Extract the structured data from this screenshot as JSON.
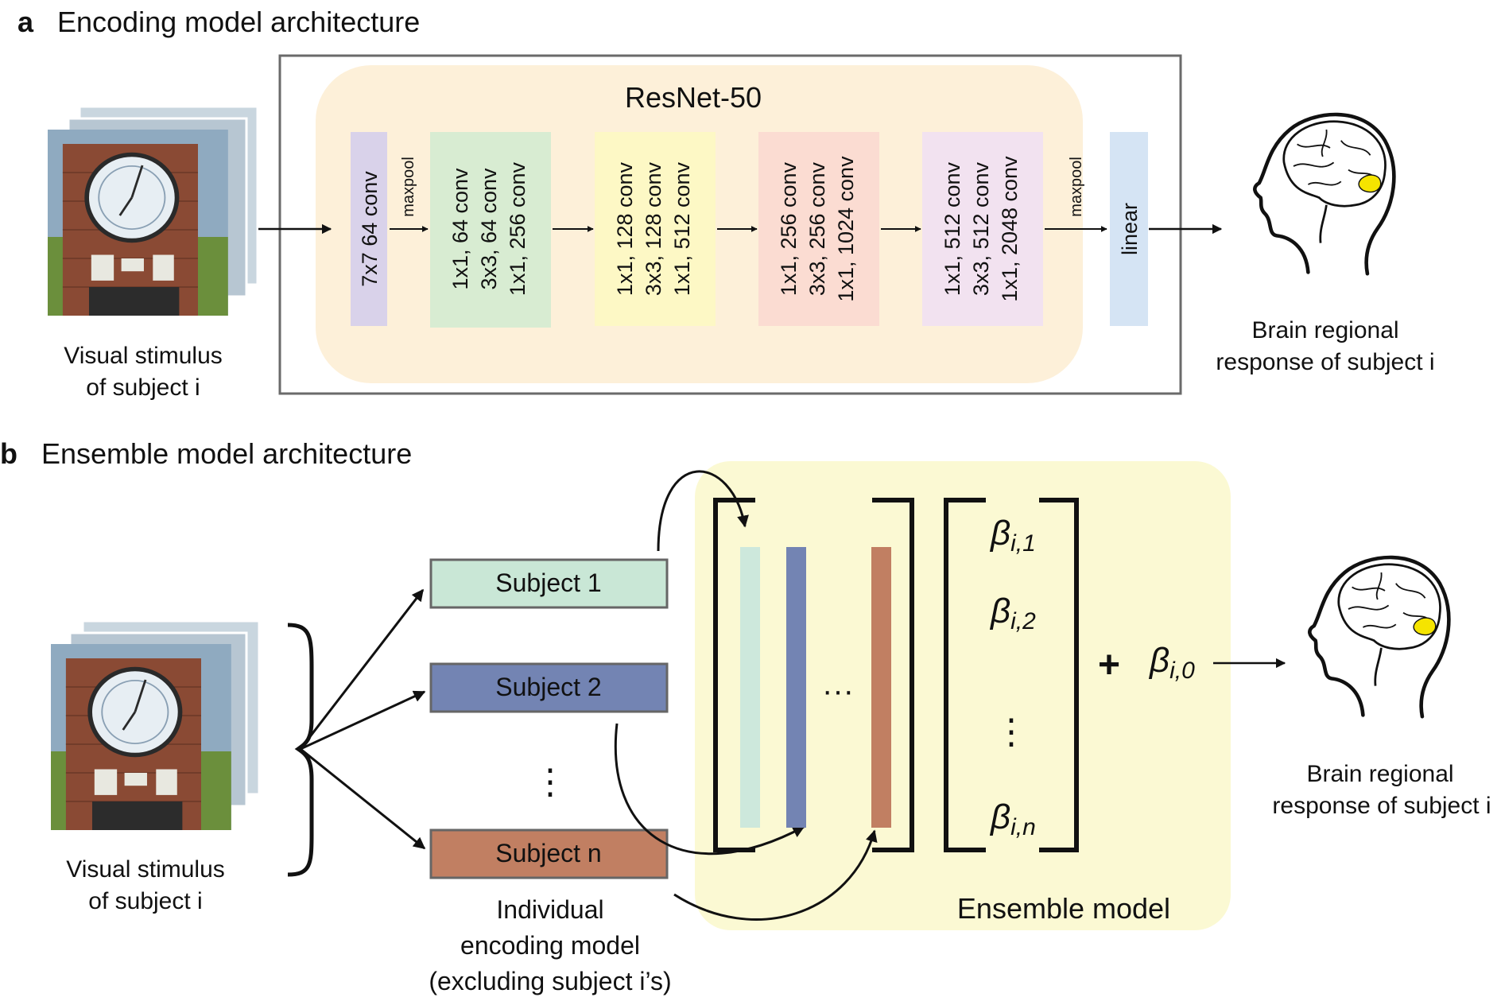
{
  "panel_a": {
    "letter": "a",
    "title": "Encoding model architecture",
    "network_title": "ResNet-50",
    "stimulus_caption": [
      "Visual stimulus",
      "of subject i"
    ],
    "conv1": {
      "label": "7x7 64 conv",
      "color": "#d9d2ea"
    },
    "pool1_label": "maxpool",
    "blocks": [
      {
        "lines": [
          "1x1, 64 conv",
          "3x3, 64 conv",
          "1x1, 256 conv"
        ],
        "color": "#d8ecd2"
      },
      {
        "lines": [
          "1x1, 128 conv",
          "3x3, 128 conv",
          "1x1, 512 conv"
        ],
        "color": "#fdf8c5"
      },
      {
        "lines": [
          "1x1, 256 conv",
          "3x3, 256 conv",
          "1x1, 1024 conv"
        ],
        "color": "#fbdcd2"
      },
      {
        "lines": [
          "1x1, 512 conv",
          "3x3, 512 conv",
          "1x1, 2048 conv"
        ],
        "color": "#f2e2f0"
      }
    ],
    "pool2_label": "maxpool",
    "linear": {
      "label": "linear",
      "color": "#d5e4f4"
    },
    "output_caption": [
      "Brain regional",
      "response of subject i"
    ],
    "background_color": "#fdf0d9"
  },
  "panel_b": {
    "letter": "b",
    "title": "Ensemble model architecture",
    "stimulus_caption": [
      "Visual stimulus",
      "of subject i"
    ],
    "subjects": [
      {
        "label": "Subject 1",
        "color": "#c9e7d6"
      },
      {
        "label": "Subject 2",
        "color": "#7384b3"
      },
      {
        "label": "Subject n",
        "color": "#c17f62"
      }
    ],
    "subject_ellipsis": "⋮",
    "individual_caption": [
      "Individual",
      "encoding model",
      "(excluding subject i’s)"
    ],
    "column_colors": [
      "#cde8dc",
      "#7384b3",
      "#c17f62"
    ],
    "column_ellipsis": "···",
    "betas": [
      {
        "sym": "β",
        "sub": "i,1"
      },
      {
        "sym": "β",
        "sub": "i,2"
      },
      {
        "sym": "⋮",
        "sub": ""
      },
      {
        "sym": "β",
        "sub": "i,n"
      }
    ],
    "plus": "+",
    "intercept": {
      "sym": "β",
      "sub": "i,0"
    },
    "ensemble_label": "Ensemble model",
    "ensemble_color": "#fbf9d3",
    "output_caption": [
      "Brain regional",
      "response of subject i"
    ]
  },
  "brain_highlight_color": "#f5e400"
}
